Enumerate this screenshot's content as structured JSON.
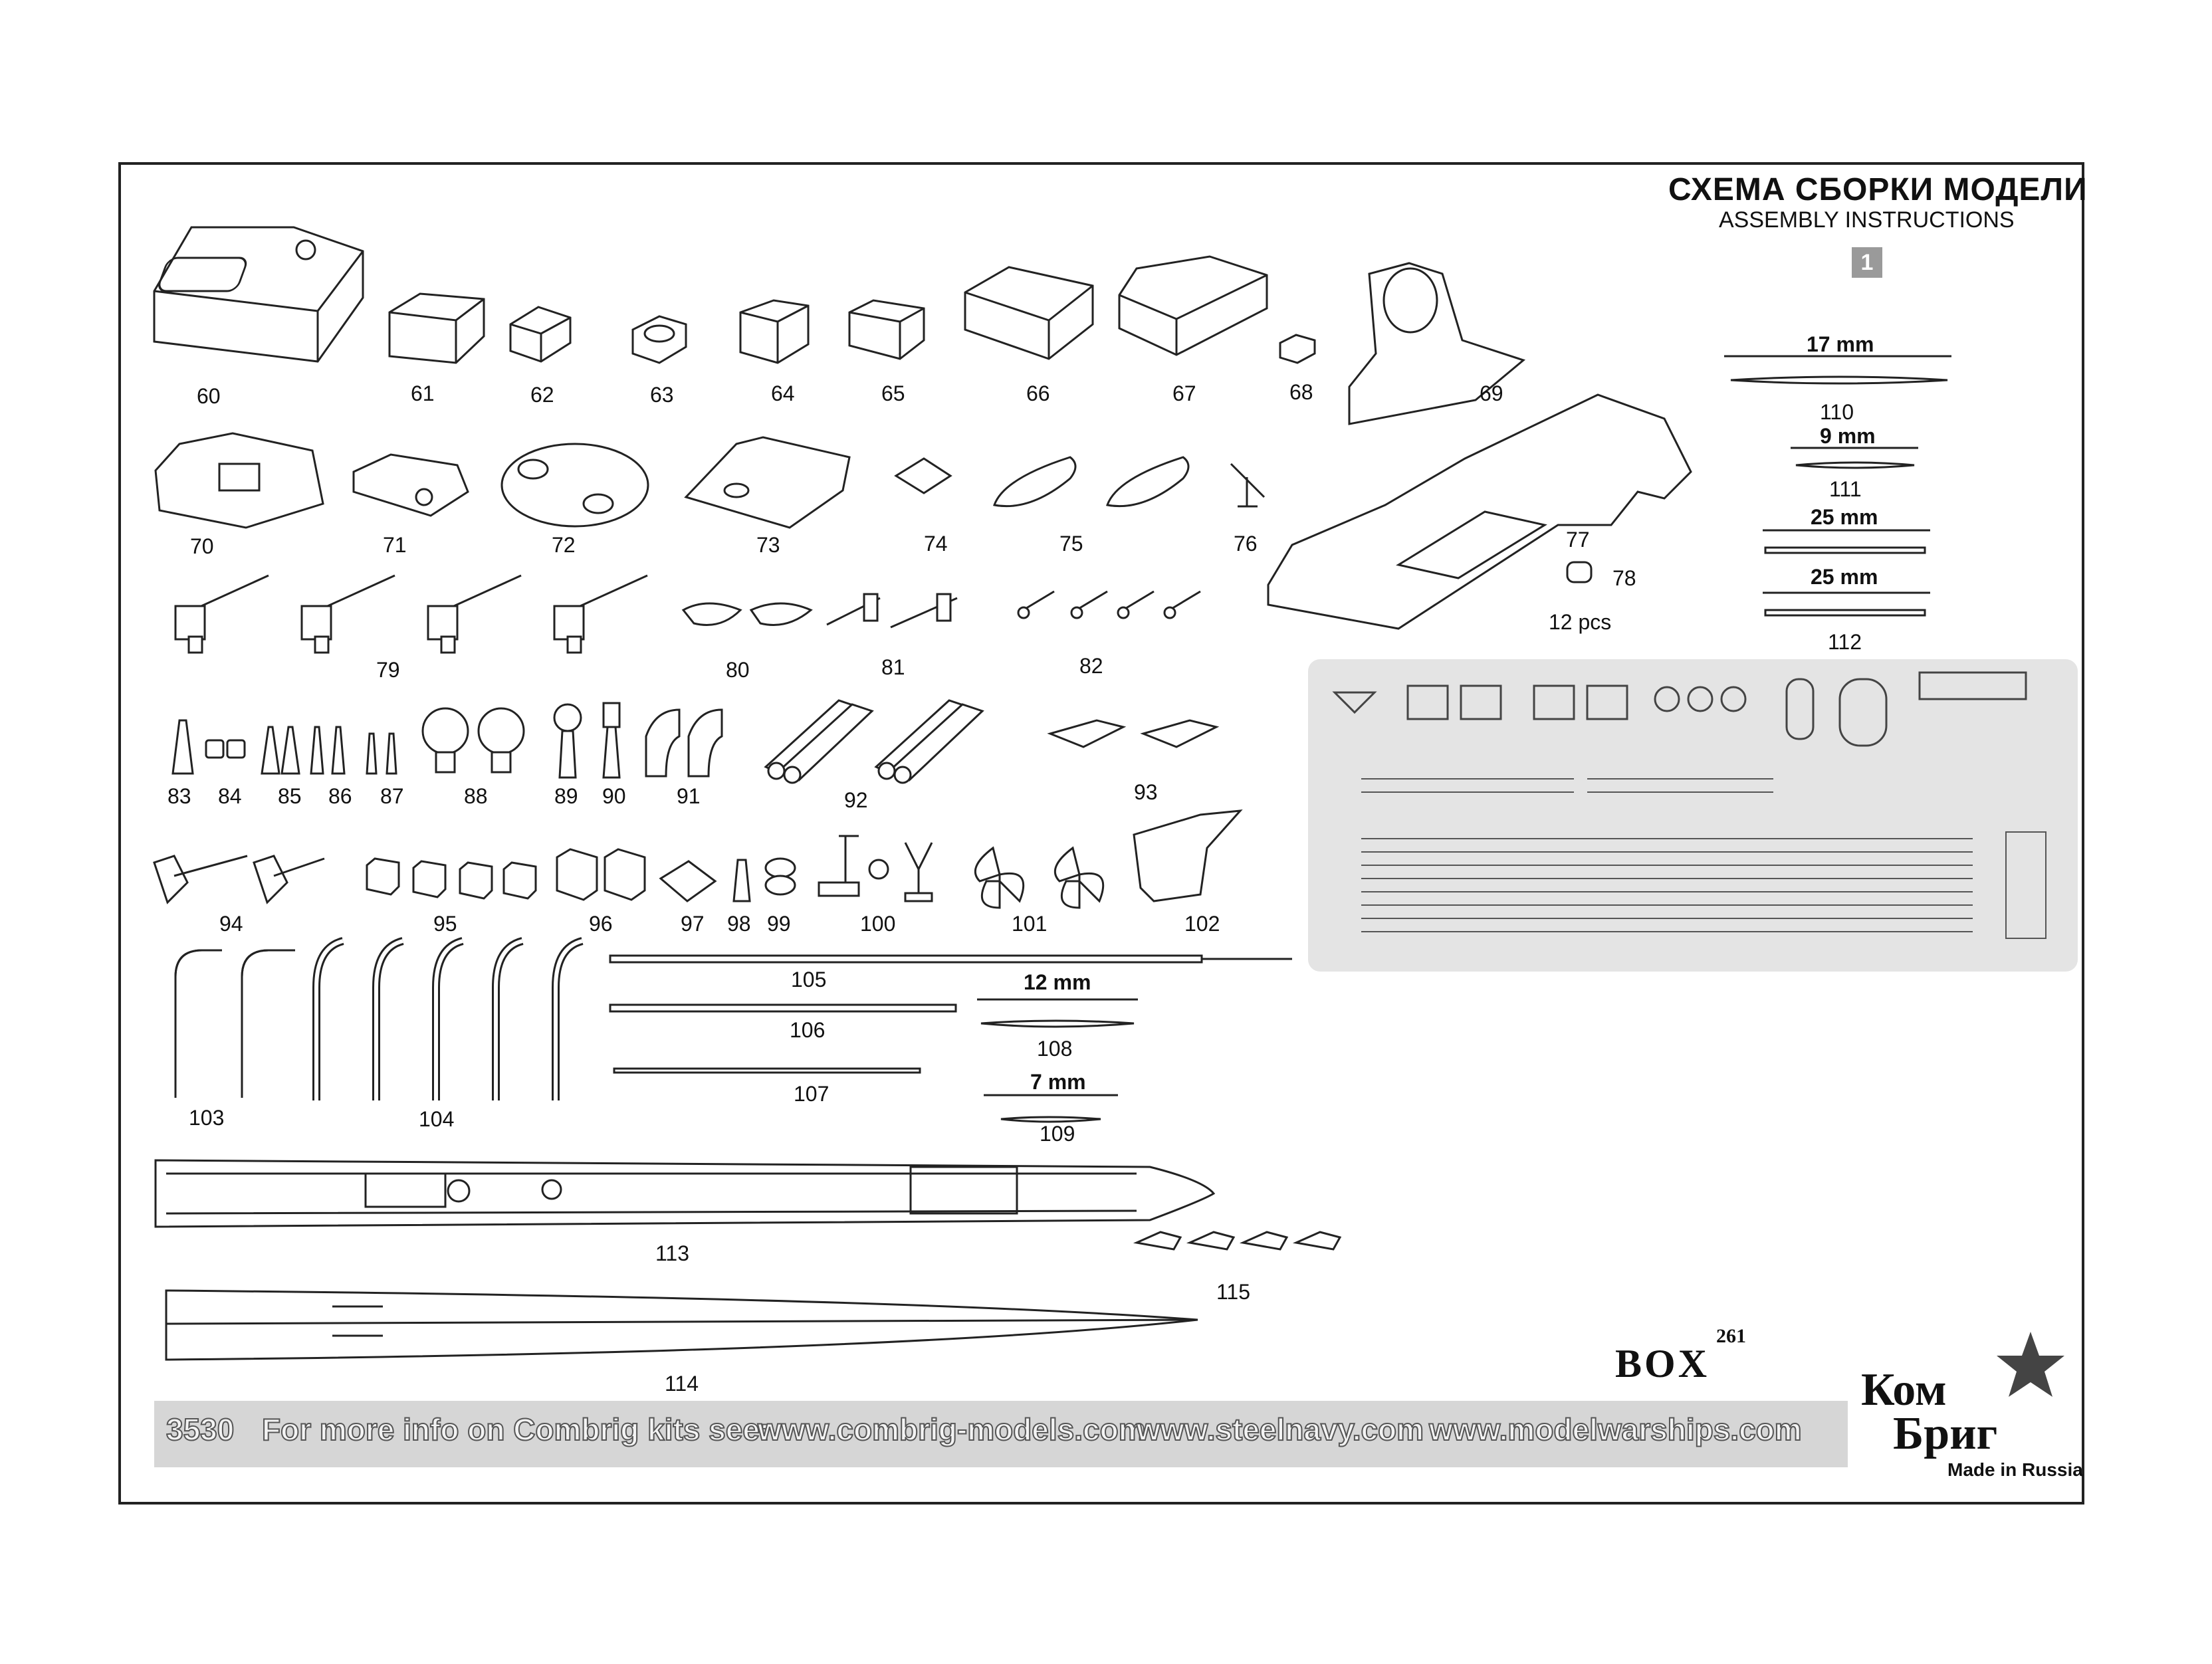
{
  "header": {
    "title_ru": "СХЕМА СБОРКИ МОДЕЛИ",
    "title_en": "ASSEMBLY INSTRUCTIONS",
    "sheet_number": "1"
  },
  "parts": {
    "p60": "60",
    "p61": "61",
    "p62": "62",
    "p63": "63",
    "p64": "64",
    "p65": "65",
    "p66": "66",
    "p67": "67",
    "p68": "68",
    "p69": "69",
    "p70": "70",
    "p71": "71",
    "p72": "72",
    "p73": "73",
    "p74": "74",
    "p75": "75",
    "p76": "76",
    "p77": "77",
    "p78": "78",
    "p78_qty": "12 pcs",
    "p79": "79",
    "p80": "80",
    "p81": "81",
    "p82": "82",
    "p83": "83",
    "p84": "84",
    "p85": "85",
    "p86": "86",
    "p87": "87",
    "p88": "88",
    "p89": "89",
    "p90": "90",
    "p91": "91",
    "p92": "92",
    "p93": "93",
    "p94": "94",
    "p95": "95",
    "p96": "96",
    "p97": "97",
    "p98": "98",
    "p99": "99",
    "p100": "100",
    "p101": "101",
    "p102": "102",
    "p103": "103",
    "p104": "104",
    "p105": "105",
    "p106": "106",
    "p107": "107",
    "p108": "108",
    "p109": "109",
    "p110": "110",
    "p111": "111",
    "p112": "112",
    "p113": "113",
    "p114": "114",
    "p115": "115"
  },
  "dimensions": {
    "d110": "17 mm",
    "d111": "9 mm",
    "d112a": "25 mm",
    "d112b": "25 mm",
    "d108": "12 mm",
    "d109": "7 mm"
  },
  "footer": {
    "kit_number": "3530",
    "info_text": "For more info on Combrig kits see:",
    "site1": "www.combrig-models.com",
    "site2": "www.steelnavy.com",
    "site3": "www.modelwarships.com"
  },
  "box": {
    "word": "BOX",
    "number": "261"
  },
  "logo": {
    "line1": "Ком",
    "line2": "Бриг",
    "made_in": "Made in Russia"
  }
}
